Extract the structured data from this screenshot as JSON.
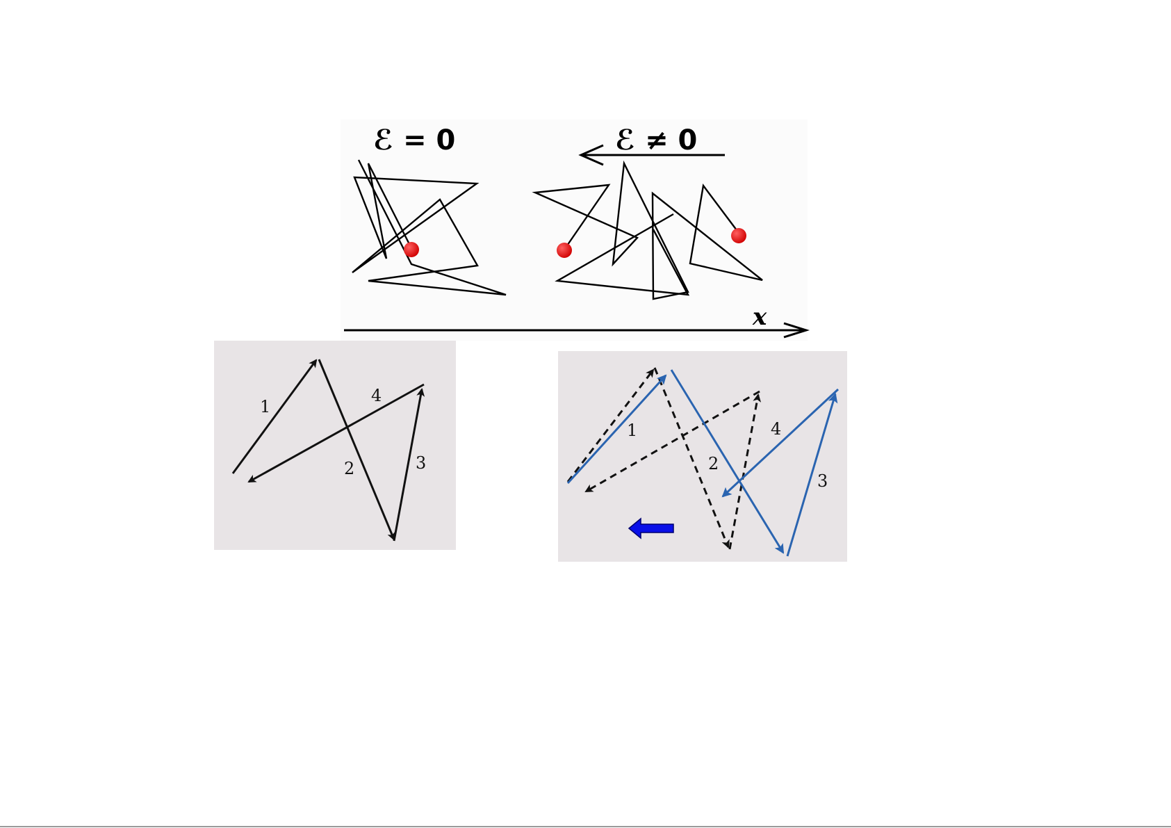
{
  "top": {
    "label_zero_field": "ℰ = 0",
    "label_nonzero_field": "ℰ ≠ 0",
    "axis_label": "x"
  },
  "left_panel": {
    "labels": [
      "1",
      "2",
      "3",
      "4"
    ]
  },
  "right_panel": {
    "labels": [
      "1",
      "2",
      "3",
      "4"
    ]
  },
  "colors": {
    "panel_bg": "#e8e4e6",
    "particle": "#e10000",
    "blue_path": "#2a64b0",
    "arrow_blue": "#0a10e8"
  }
}
